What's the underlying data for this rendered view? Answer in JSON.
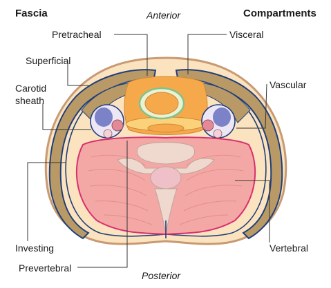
{
  "header": {
    "fascia": "Fascia",
    "compartments": "Compartments"
  },
  "orientation": {
    "anterior": "Anterior",
    "posterior": "Posterior"
  },
  "labels": {
    "pretracheal": "Pretracheal",
    "superficial": "Superficial",
    "carotid_sheath_line1": "Carotid",
    "carotid_sheath_line2": "sheath",
    "investing": "Investing",
    "prevertebral": "Prevertebral",
    "visceral": "Visceral",
    "vascular": "Vascular",
    "vertebral": "Vertebral"
  },
  "colors": {
    "skin_outer": "#c89a73",
    "subcutaneous": "#fbe3bf",
    "platysma_band": "#b99a66",
    "investing_fascia": "#1f3f7a",
    "muscle": "#f3a8a5",
    "muscle_stripe": "#e58d8c",
    "prevertebral_fascia": "#d8306f",
    "visceral_orange": "#f6a94a",
    "visceral_light": "#fbd27a",
    "trachea_ring": "#e9f2d1",
    "pretracheal_green": "#82c28a",
    "vessel_blue": "#7b82c8",
    "vessel_red": "#e28a95",
    "vertebra": "#efd9cf",
    "leader_line": "#333333"
  }
}
